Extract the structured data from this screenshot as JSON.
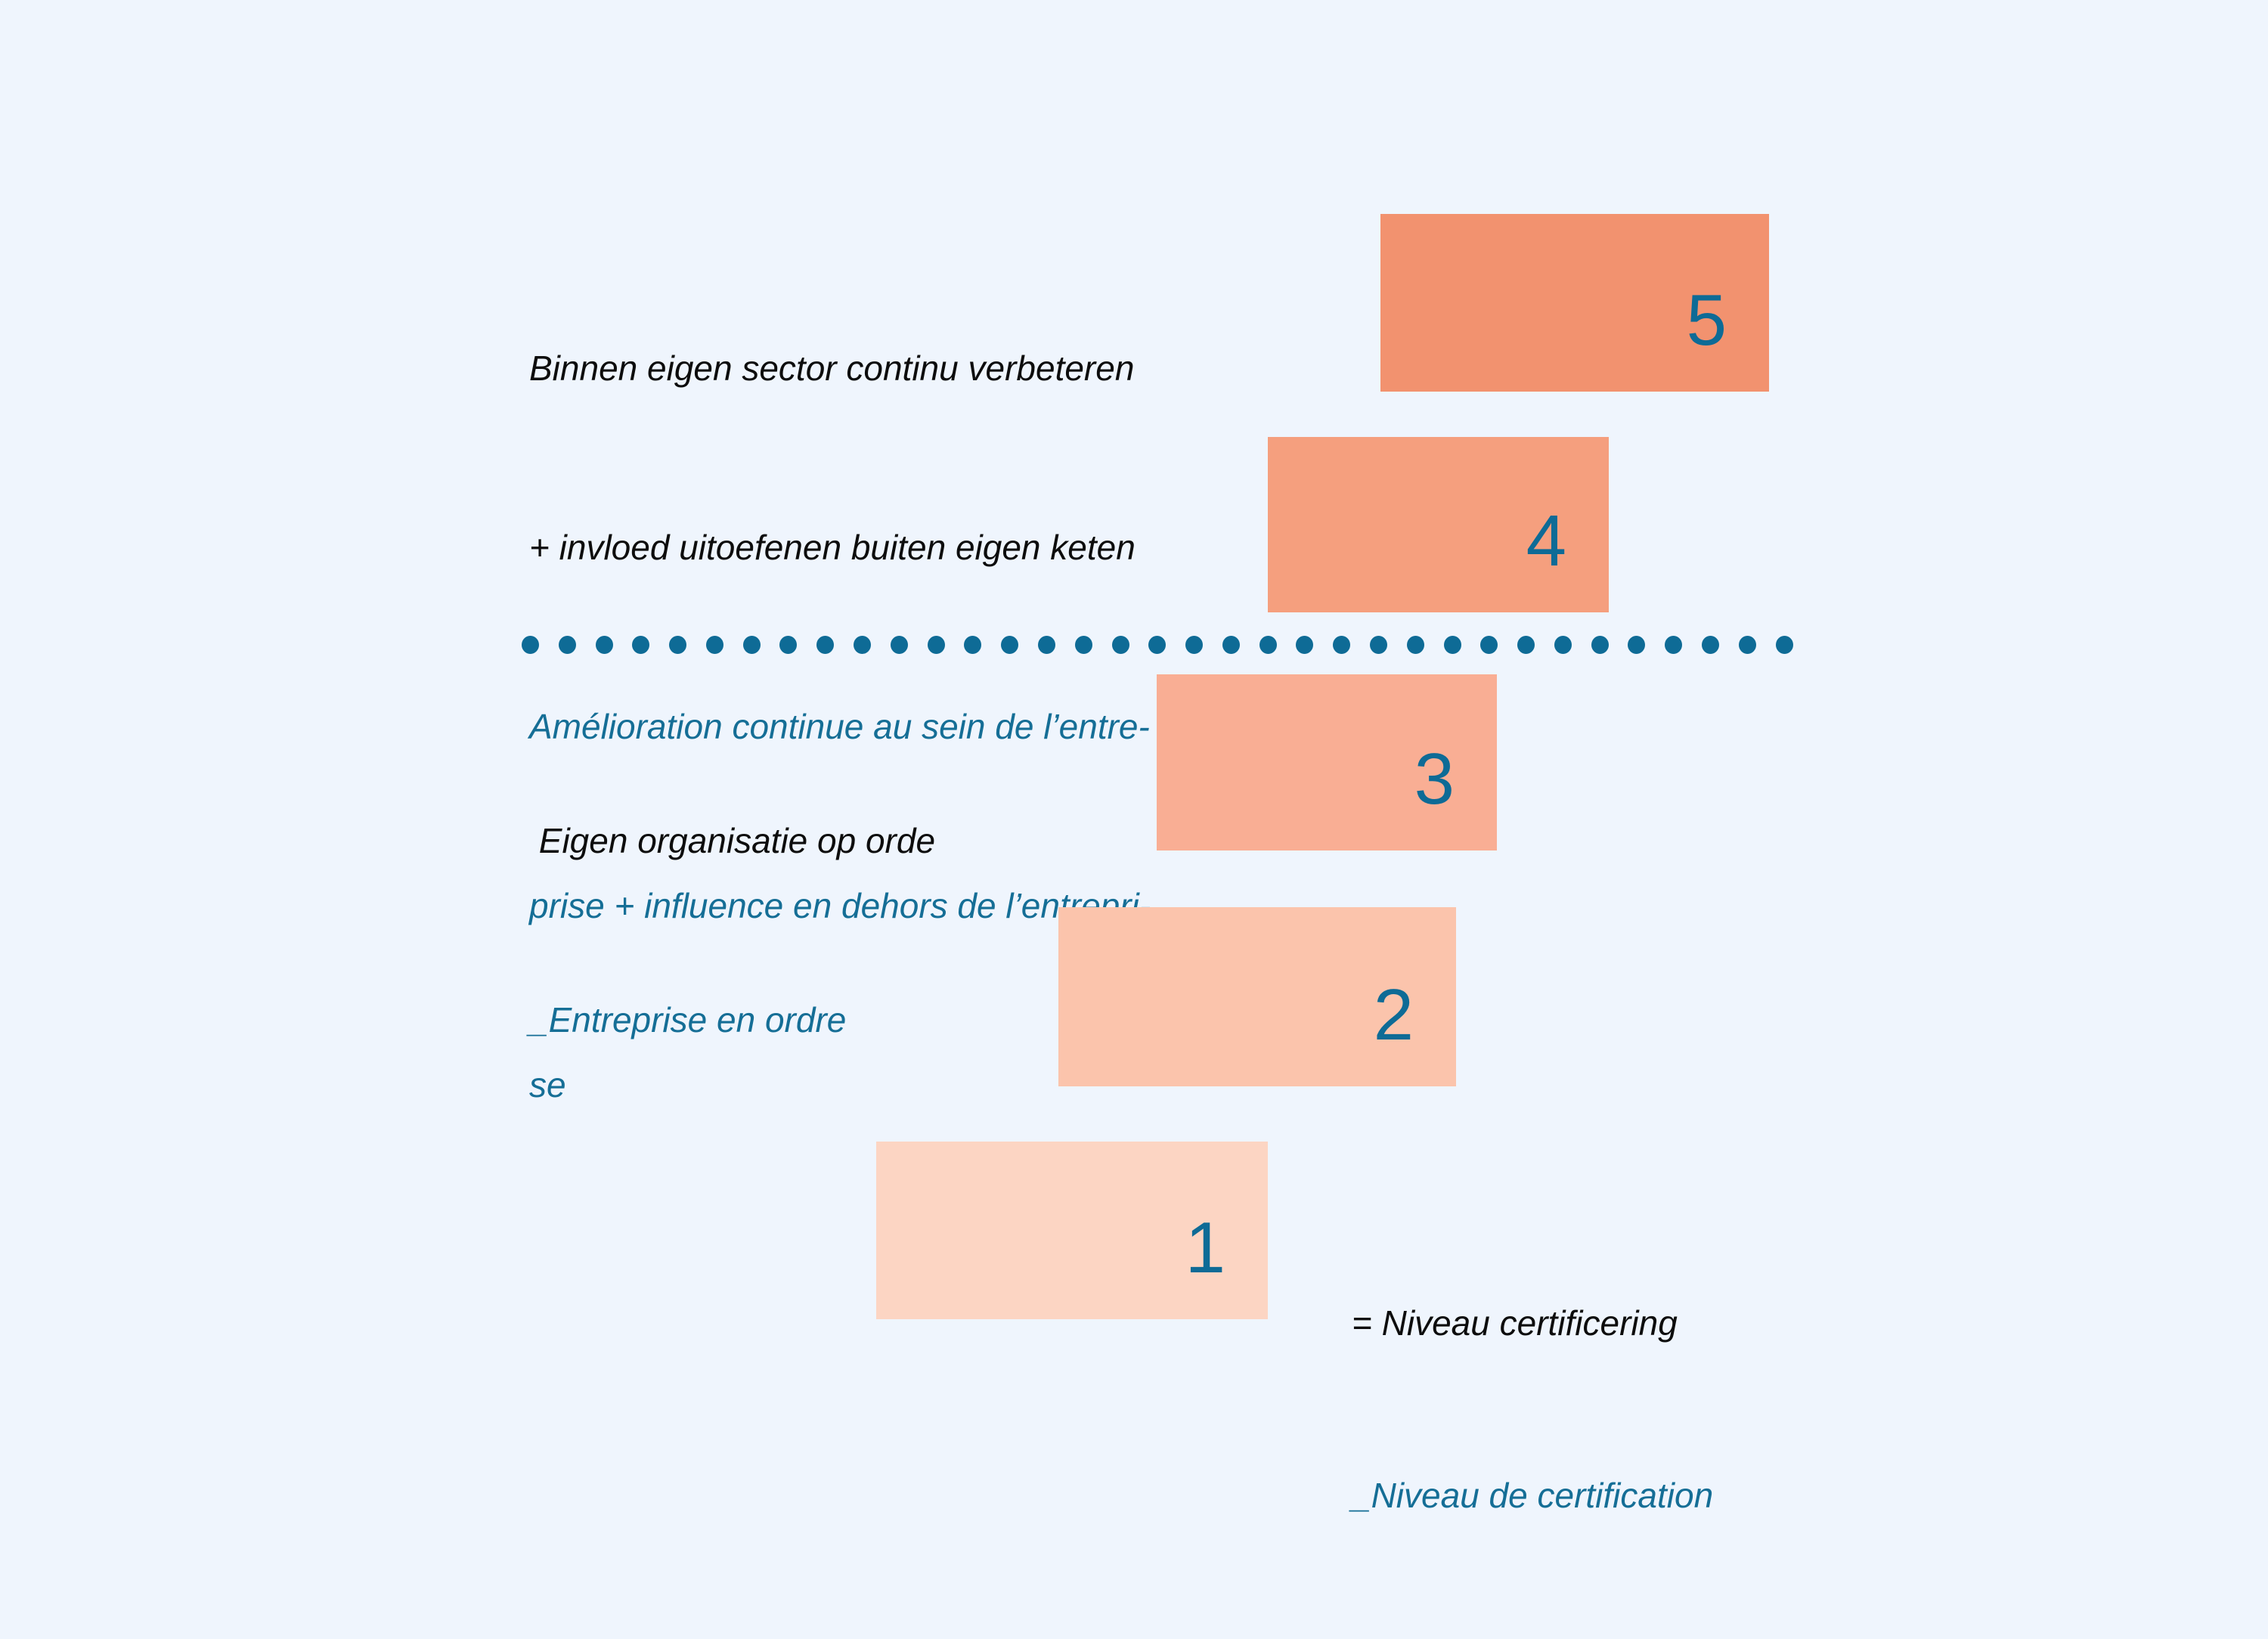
{
  "background_color": "#EFF5FD",
  "accent_blue": "#0E6B96",
  "text_black": "#0D0D0D",
  "text_blue": "#156E96",
  "chart_data": {
    "type": "bar",
    "title": "",
    "subtitle": "",
    "xlabel": "",
    "ylabel": "",
    "orientation": "staircase-horizontal",
    "grid": false,
    "legend_position": "bottom-right",
    "categories": [
      "1",
      "2",
      "3",
      "4",
      "5"
    ],
    "values": [
      1,
      2,
      3,
      4,
      5
    ],
    "bar_labels": [
      "1",
      "2",
      "3",
      "4",
      "5"
    ],
    "bar_colors": [
      "#FCD5C3",
      "#FBC4AC",
      "#F9AE94",
      "#F59F7E",
      "#F2926F"
    ],
    "annotations": [
      "Binnen eigen sector continu verbeteren + invloed uitoefenen buiten eigen keten",
      "Amélioration continue au sein de l’entreprise + influence en dehors de l’entreprise",
      "Eigen organisatie op orde",
      "_Entreprise en ordre",
      "= Niveau certificering",
      "_Niveau de certification"
    ],
    "separator": "dotted-line"
  },
  "bars": [
    {
      "number": "5",
      "color": "#F2926F"
    },
    {
      "number": "4",
      "color": "#F59F7E"
    },
    {
      "number": "3",
      "color": "#F9AE94"
    },
    {
      "number": "2",
      "color": "#FBC4AC"
    },
    {
      "number": "1",
      "color": "#FCD5C3"
    }
  ],
  "labels": {
    "top": {
      "nl": [
        "Binnen eigen sector continu verbeteren",
        "+ invloed uitoefenen buiten eigen keten"
      ],
      "fr": [
        "Amélioration continue au sein de l’entre-",
        "prise + influence en dehors de l’entrepri-",
        "se"
      ]
    },
    "mid": {
      "nl": [
        " Eigen organisatie op orde"
      ],
      "fr": [
        "_Entreprise en ordre"
      ]
    },
    "legend": {
      "nl": [
        "= Niveau certificering"
      ],
      "fr": [
        "_Niveau de certification"
      ]
    }
  }
}
